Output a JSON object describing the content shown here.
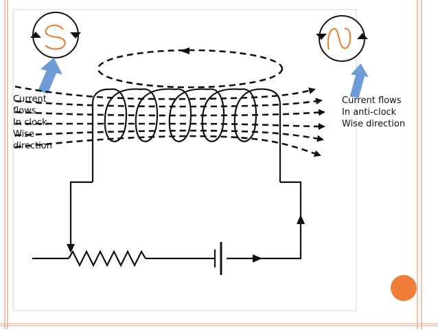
{
  "colors": {
    "frame": "#e8a27c",
    "diagram_border": "#c9d9e6",
    "arrow_blue": "#6f9bd6",
    "circle_orange": "#e8833a",
    "accent_dot": "#f07d3a",
    "ink": "#111111"
  },
  "labels": {
    "left_current": "Current\nflows\nIn clock\nWise\n direction",
    "right_current": "Current flows\nIn anti-clock\nWise direction"
  },
  "icons": {
    "left_indicator": "clockwise-rotation-indicator",
    "right_indicator": "anticlockwise-rotation-indicator",
    "left_pointer": "blue-up-arrow",
    "right_pointer": "blue-up-arrow",
    "corner_dot": "orange-circle"
  }
}
